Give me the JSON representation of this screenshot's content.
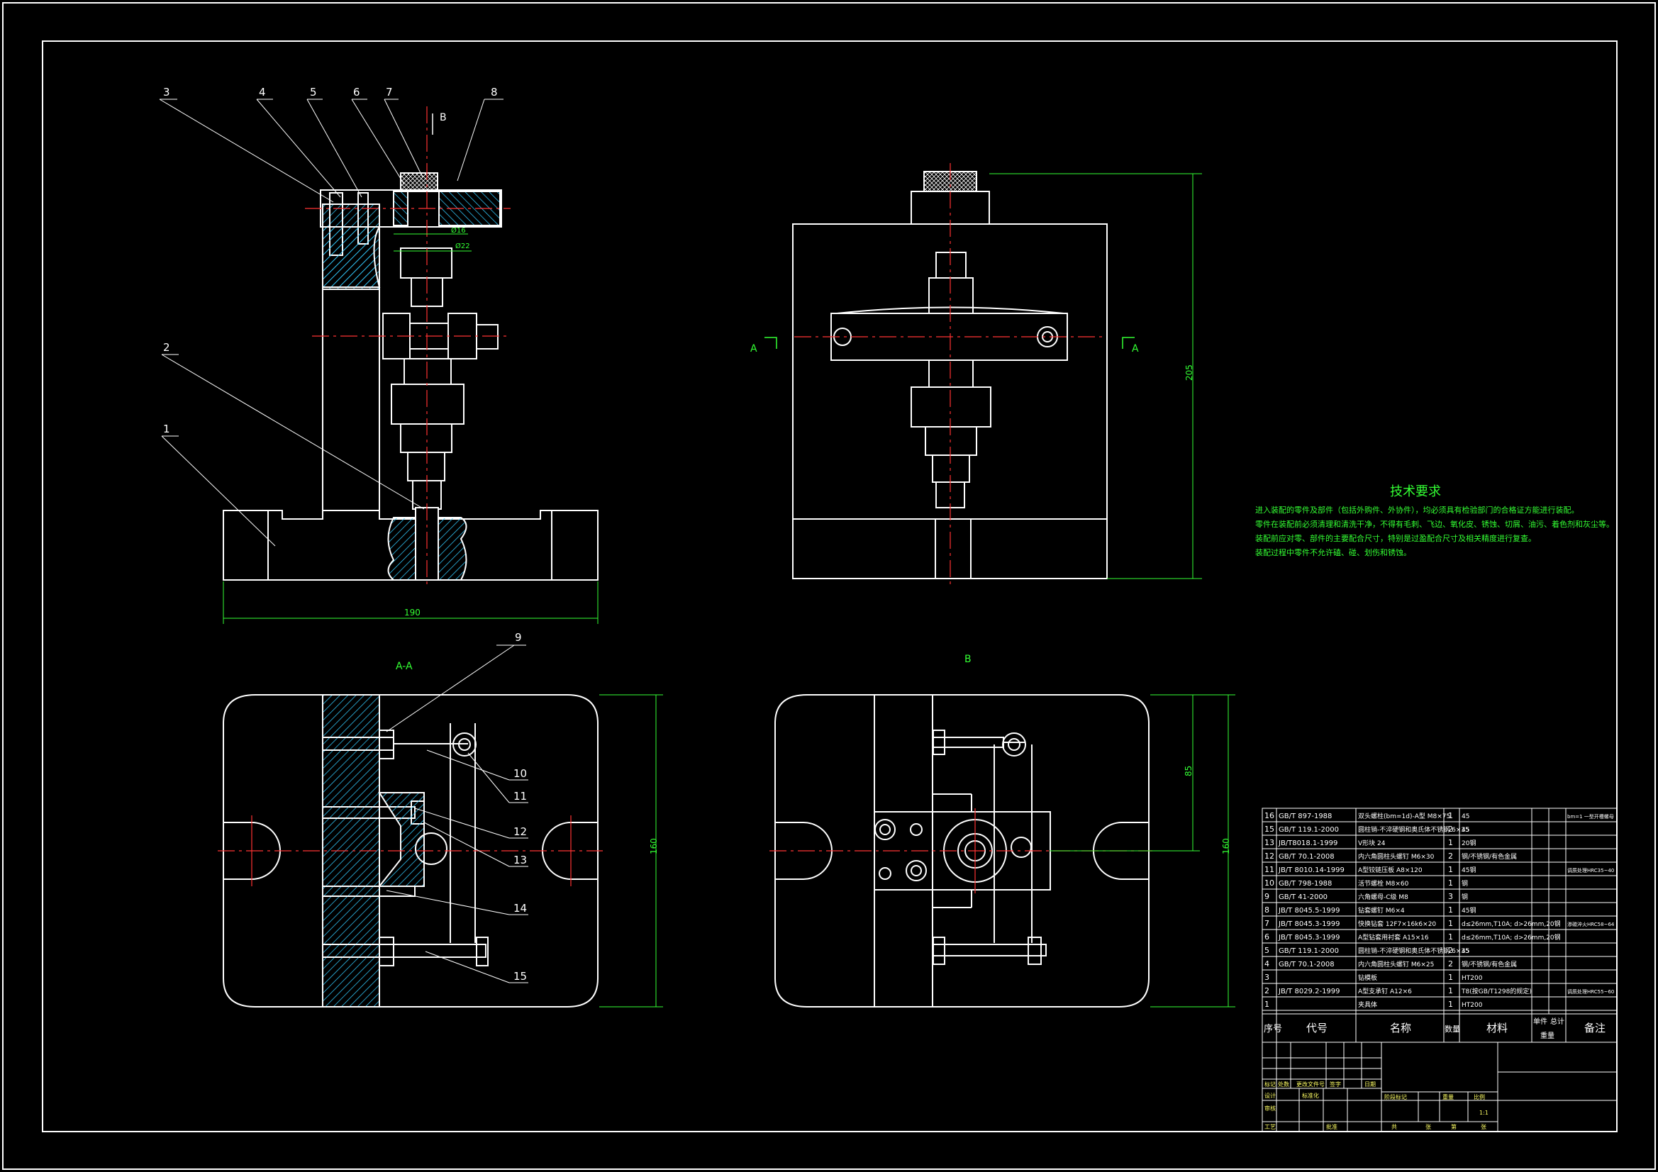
{
  "balloons": [
    "1",
    "2",
    "3",
    "4",
    "5",
    "6",
    "7",
    "8",
    "9",
    "10",
    "11",
    "12",
    "13",
    "14",
    "15"
  ],
  "views": {
    "section_aa": "A-A",
    "view_b": "B",
    "arrow_b": "B",
    "arrow_a_left": "A",
    "arrow_a_right": "A"
  },
  "dimensions": {
    "front_width": "190",
    "side_height": "205",
    "aa_height": "160",
    "b_height": "160",
    "b_height_inner": "85",
    "small_1": "Ø16",
    "small_2": "Ø22"
  },
  "tech_requirements": {
    "title": "技术要求",
    "lines": [
      "进入装配的零件及部件（包括外购件、外协件），均必须具有检验部门的合格证方能进行装配。",
      "零件在装配前必须清理和清洗干净，不得有毛刺、飞边、氧化皮、锈蚀、切屑、油污、着色剂和灰尘等。",
      "装配前应对零、部件的主要配合尺寸，特别是过盈配合尺寸及相关精度进行复查。",
      "装配过程中零件不允许磕、碰、划伤和锈蚀。"
    ]
  },
  "bom": {
    "rows": [
      {
        "no": "16",
        "code": "GB/T 897-1988",
        "name": "双头螺柱(bm=1d)-A型 M8×75",
        "qty": "1",
        "mat": "45",
        "note": "bm=1 一型开槽螺母"
      },
      {
        "no": "15",
        "code": "GB/T 119.1-2000",
        "name": "圆柱销-不淬硬钢和奥氏体不锈钢 6×35",
        "qty": "2",
        "mat": "45",
        "note": ""
      },
      {
        "no": "13",
        "code": "JB/T8018.1-1999",
        "name": "V形块 24",
        "qty": "1",
        "mat": "20钢",
        "note": ""
      },
      {
        "no": "12",
        "code": "GB/T 70.1-2008",
        "name": "内六角圆柱头螺钉 M6×30",
        "qty": "2",
        "mat": "钢/不锈钢/有色金属",
        "note": ""
      },
      {
        "no": "11",
        "code": "JB/T 8010.14-1999",
        "name": "A型铰链压板 A8×120",
        "qty": "1",
        "mat": "45钢",
        "note": "调质处理HRC35~40"
      },
      {
        "no": "10",
        "code": "GB/T 798-1988",
        "name": "活节螺栓 M8×60",
        "qty": "1",
        "mat": "钢",
        "note": ""
      },
      {
        "no": "9",
        "code": "GB/T 41-2000",
        "name": "六角螺母-C级 M8",
        "qty": "3",
        "mat": "钢",
        "note": ""
      },
      {
        "no": "8",
        "code": "JB/T 8045.5-1999",
        "name": "钻套螺钉 M6×4",
        "qty": "1",
        "mat": "45钢",
        "note": ""
      },
      {
        "no": "7",
        "code": "JB/T 8045.3-1999",
        "name": "快换钻套 12F7×16k6×20",
        "qty": "1",
        "mat": "d≤26mm,T10A; d>26mm,20钢",
        "note": "渗碳淬火HRC58~64"
      },
      {
        "no": "6",
        "code": "JB/T 8045.3-1999",
        "name": "A型钻套用衬套 A15×16",
        "qty": "1",
        "mat": "d≤26mm,T10A; d>26mm,20钢",
        "note": ""
      },
      {
        "no": "5",
        "code": "GB/T 119.1-2000",
        "name": "圆柱销-不淬硬钢和奥氏体不锈钢 6×35",
        "qty": "2",
        "mat": "45",
        "note": ""
      },
      {
        "no": "4",
        "code": "GB/T 70.1-2008",
        "name": "内六角圆柱头螺钉 M6×25",
        "qty": "2",
        "mat": "钢/不锈钢/有色金属",
        "note": ""
      },
      {
        "no": "3",
        "code": "",
        "name": "钻模板",
        "qty": "1",
        "mat": "HT200",
        "note": ""
      },
      {
        "no": "2",
        "code": "JB/T 8029.2-1999",
        "name": "A型支承钉 A12×6",
        "qty": "1",
        "mat": "T8(按GB/T1298的规定)",
        "note": "调质处理HRC55~60"
      },
      {
        "no": "1",
        "code": "",
        "name": "夹具体",
        "qty": "1",
        "mat": "HT200",
        "note": ""
      }
    ],
    "header": {
      "no": "序号",
      "code": "代号",
      "name": "名称",
      "qty": "数量",
      "mat": "材料",
      "single": "单件",
      "total": "总计",
      "weight": "重量",
      "note": "备注"
    }
  },
  "title_block": {
    "labels": [
      "标记",
      "处数",
      "更改文件号",
      "签字",
      "日期",
      "设计",
      "标准化",
      "阶段标记",
      "重量",
      "比例",
      "审核",
      "工艺",
      "批准",
      "共",
      "张",
      "第",
      "张"
    ],
    "scale": "1:1"
  }
}
